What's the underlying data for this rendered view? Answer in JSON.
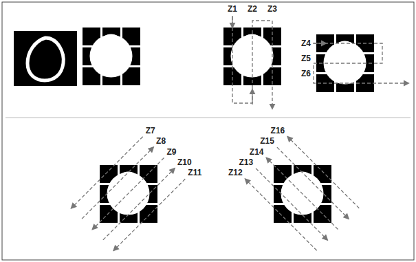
{
  "diagram": {
    "labels": [
      "Z1",
      "Z2",
      "Z3",
      "Z4",
      "Z5",
      "Z6",
      "Z7",
      "Z8",
      "Z9",
      "Z10",
      "Z11",
      "Z12",
      "Z13",
      "Z14",
      "Z15",
      "Z16"
    ]
  }
}
